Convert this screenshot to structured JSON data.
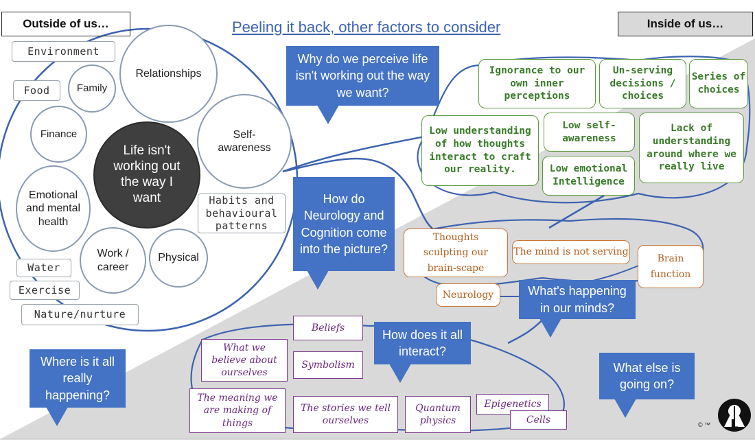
{
  "header": {
    "left": "Outside of us…",
    "right": "Inside of us…",
    "title": "Peeling it back, other factors to consider"
  },
  "outside": {
    "tags": [
      "Environment",
      "Food",
      "Habits and behavioural patterns",
      "Water",
      "Exercise",
      "Nature/nurture"
    ],
    "circles": [
      "Relationships",
      "Family",
      "Finance",
      "Self-awareness",
      "Emotional and mental health",
      "Work / career",
      "Physical"
    ],
    "center": "Life isn't working out the way I want"
  },
  "questions": [
    "Why do we perceive life isn't working out the way we want?",
    "How do Neurology and Cognition come into the picture?",
    "What's happening in our minds?",
    "How does it all interact?",
    "Where is it all really happening?",
    "What else is going on?"
  ],
  "green": [
    "Ignorance to our own inner perceptions",
    "Un-serving decisions / choices",
    "Series of choices",
    "Low understanding of how thoughts interact to craft our reality.",
    "Low self-awareness",
    "Low emotional Intelligence",
    "Lack of understanding around where we really live"
  ],
  "orange": [
    "Thoughts sculpting our brain-scape",
    "The mind is not serving",
    "Brain function",
    "Neurology"
  ],
  "purple": [
    "Beliefs",
    "What we believe about ourselves",
    "Symbolism",
    "The meaning we are making of things",
    "The stories we tell ourselves",
    "Quantum physics",
    "Epigenetics",
    "Cells"
  ],
  "footer": {
    "mark": "© ™",
    "logo": "L"
  },
  "colors": {
    "blue": "#4472c4",
    "green": "#5c9a3c",
    "orange": "#c8773a",
    "purple": "#7d3b8e",
    "gray": "#d9d9d9"
  }
}
